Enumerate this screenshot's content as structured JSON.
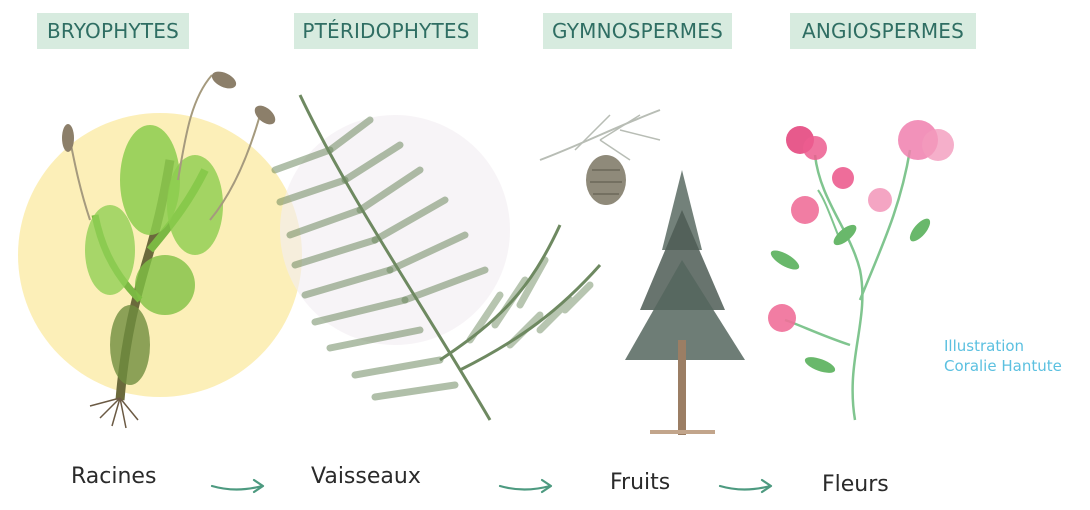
{
  "categories": [
    {
      "id": "bryophytes",
      "label": "BRYOPHYTES"
    },
    {
      "id": "pteridophytes",
      "label": "PTÉRIDOPHYTES"
    },
    {
      "id": "gymnospermes",
      "label": "GYMNOSPERMES"
    },
    {
      "id": "angiospermes",
      "label": "ANGIOSPERMES"
    }
  ],
  "steps": [
    {
      "id": "racines",
      "label": "Racines"
    },
    {
      "id": "vaisseaux",
      "label": "Vaisseaux"
    },
    {
      "id": "fruits",
      "label": "Fruits"
    },
    {
      "id": "fleurs",
      "label": "Fleurs"
    }
  ],
  "credit": {
    "line1": "Illustration",
    "line2": "Coralie Hantute"
  },
  "colors": {
    "label_bg": "#d7ebdf",
    "label_text": "#2f6e63",
    "arrow": "#4d9a80",
    "credit": "#5bc0e0",
    "moss": "#86c94a",
    "fern": "#5f7d50",
    "pine": "#4d5c55",
    "flower": "#ec5d8f",
    "sun": "#fbeaa0"
  }
}
